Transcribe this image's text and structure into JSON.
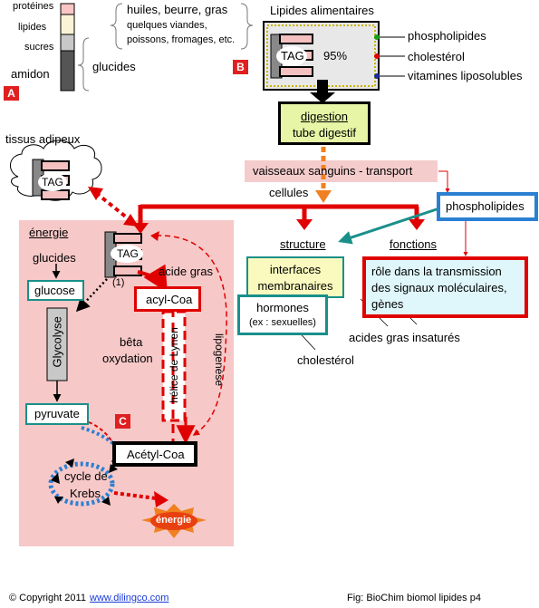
{
  "colors": {
    "red": "#e00000",
    "pink_panel": "#f7c8c8",
    "pink_band": "#f4cccc",
    "green_box": "#e6f5a6",
    "teal": "#1a8f8a",
    "cyan_fill": "#dff7fb",
    "blue_border": "#2b7fd3",
    "orange_dash": "#f08020",
    "energy": "#e84010"
  },
  "panel_a": {
    "label_proteines": "protéines",
    "label_lipides": "lipides",
    "label_sucres": "sucres",
    "label_amidon": "amidon",
    "label_glucides": "glucides",
    "fat_sources_line1": "huiles, beurre, gras",
    "fat_sources_line2": "quelques viandes,",
    "fat_sources_line3": "poissons, fromages, etc.",
    "badge": "A"
  },
  "panel_b": {
    "title": "Lipides alimentaires",
    "tag": "TAG",
    "percent": "95%",
    "phospholipides": "phospholipides",
    "cholesterol": "cholestérol",
    "vitamines": "vitamines liposolubles",
    "badge": "B"
  },
  "digestion": {
    "line1": "digestion",
    "line2": "tube digestif"
  },
  "transport": "vaisseaux sanguins - transport",
  "cellules": "cellules",
  "tissus": {
    "label": "tissus adipeux",
    "tag": "TAG"
  },
  "energy_panel": {
    "title": "énergie",
    "glucides": "glucides",
    "glucose": "glucose",
    "glycolyse": "Glycolyse",
    "pyruvate": "pyruvate",
    "tag": "TAG",
    "note": "(1)",
    "acide_gras": "acide gras",
    "acyl_coa": "acyl-Coa",
    "beta1": "bêta",
    "beta2": "oxydation",
    "lynen": "hélice de Lynen",
    "lipogenese": "lipogenèse",
    "acetyl_coa": "Acétyl-Coa",
    "krebs1": "cycle de",
    "krebs2": "Krebs",
    "energie_burst": "énergie",
    "badge": "C"
  },
  "structure": {
    "title": "structure",
    "interfaces1": "interfaces",
    "interfaces2": "membranaires",
    "hormones1": "hormones",
    "hormones2": "(ex : sexuelles)"
  },
  "fonctions": {
    "title": "fonctions",
    "line1": "rôle dans la transmission",
    "line2": "des signaux moléculaires,",
    "line3": "gènes"
  },
  "phospholipides_box": "phospholipides",
  "acides_gras_insatures": "acides gras insaturés",
  "cholesterol_label": "cholestérol",
  "footer": {
    "copyright": "© Copyright 2011",
    "link": "www.dilingco.com",
    "caption": "Fig: BioChim biomol lipides p4"
  }
}
